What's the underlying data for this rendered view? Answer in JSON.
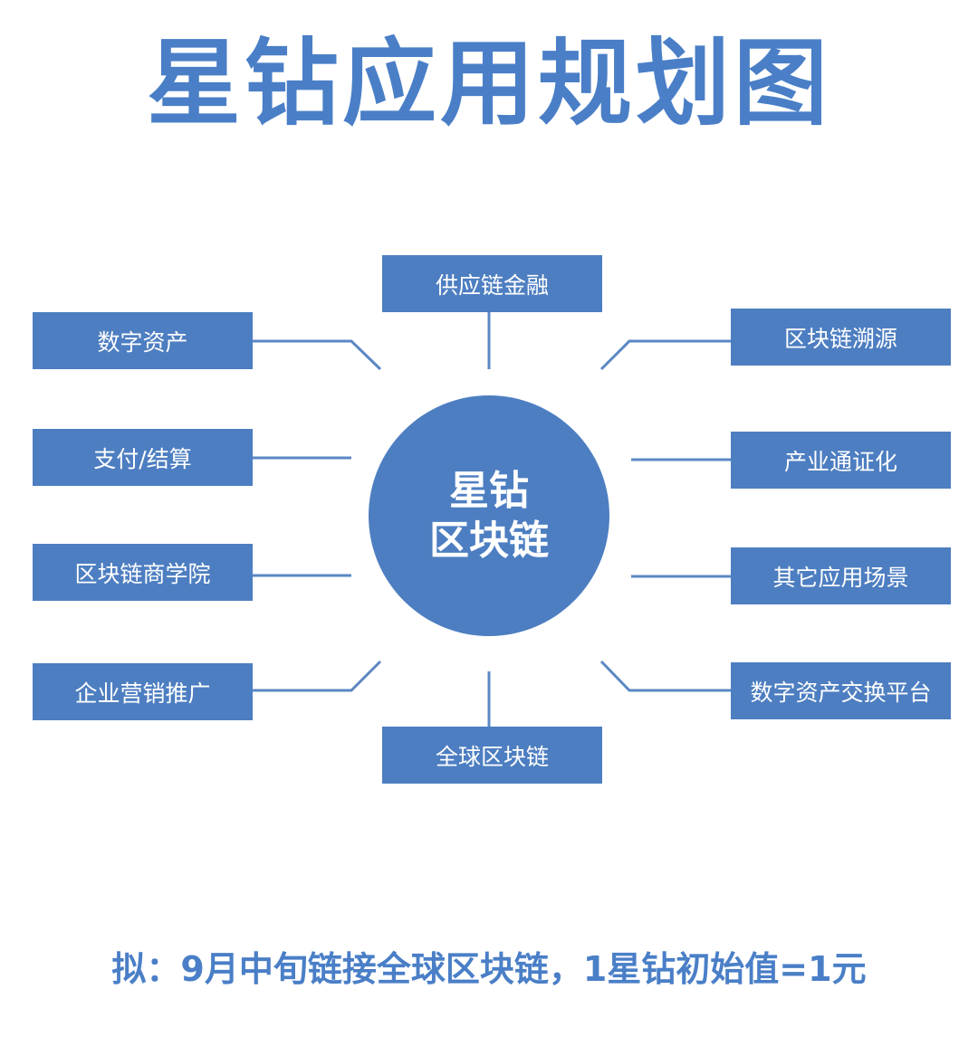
{
  "title": "星钻应用规划图",
  "hub": {
    "line1": "星钻",
    "line2": "区块链"
  },
  "nodes": {
    "top": "供应链金融",
    "bottom": "全球区块链",
    "left": [
      "数字资产",
      "支付/结算",
      "区块链商学院",
      "企业营销推广"
    ],
    "right": [
      "区块链溯源",
      "产业通证化",
      "其它应用场景",
      "数字资产交换平台"
    ]
  },
  "note": "拟：9月中旬链接全球区块链，1星钻初始值=1元",
  "colors": {
    "box": "#4d7ec1",
    "title": "#4a7fc7",
    "line": "#5b87c4"
  }
}
